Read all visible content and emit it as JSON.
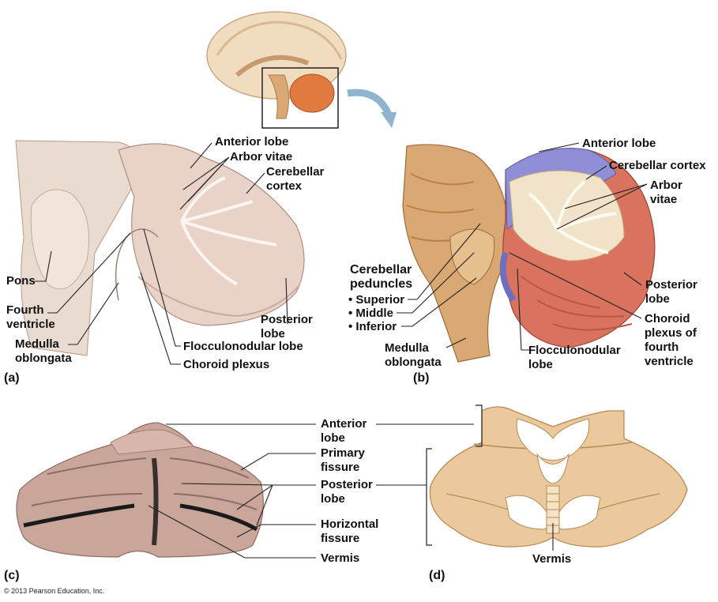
{
  "panels": {
    "a": "(a)",
    "b": "(b)",
    "c": "(c)",
    "d": "(d)"
  },
  "copyright": "© 2013 Pearson Education, Inc.",
  "panel_a": {
    "anterior_lobe": "Anterior lobe",
    "arbor_vitae": "Arbor vitae",
    "cerebellar_cortex_1": "Cerebellar",
    "cerebellar_cortex_2": "cortex",
    "pons": "Pons",
    "fourth_ventricle_1": "Fourth",
    "fourth_ventricle_2": "ventricle",
    "medulla_1": "Medulla",
    "medulla_2": "oblongata",
    "posterior_lobe_1": "Posterior",
    "posterior_lobe_2": "lobe",
    "flocculonodular": "Flocculonodular lobe",
    "choroid_plexus": "Choroid plexus"
  },
  "panel_b": {
    "anterior_lobe": "Anterior lobe",
    "cerebellar_cortex": "Cerebellar cortex",
    "arbor_vitae_1": "Arbor",
    "arbor_vitae_2": "vitae",
    "peduncles_1": "Cerebellar",
    "peduncles_2": "peduncles",
    "superior": "• Superior",
    "middle": "• Middle",
    "inferior": "• Inferior",
    "medulla_1": "Medulla",
    "medulla_2": "oblongata",
    "flocculonodular_1": "Flocculonodular",
    "flocculonodular_2": "lobe",
    "posterior_lobe_1": "Posterior",
    "posterior_lobe_2": "lobe",
    "choroid_1": "Choroid",
    "choroid_2": "plexus of",
    "choroid_3": "fourth",
    "choroid_4": "ventricle"
  },
  "panel_cd": {
    "anterior_lobe_1": "Anterior",
    "anterior_lobe_2": "lobe",
    "primary_fissure_1": "Primary",
    "primary_fissure_2": "fissure",
    "posterior_lobe_1": "Posterior",
    "posterior_lobe_2": "lobe",
    "horizontal_fissure_1": "Horizontal",
    "horizontal_fissure_2": "fissure",
    "vermis_c": "Vermis",
    "vermis_d": "Vermis"
  },
  "colors": {
    "tissue": "#e9d3c9",
    "tissue_dark": "#c8a99c",
    "anterior_blue": "#8e8fd6",
    "posterior_red": "#d9735f",
    "brainstem": "#d9a873",
    "diagram_fill": "#ecc99c",
    "arrow_blue": "#8fb4cf"
  }
}
